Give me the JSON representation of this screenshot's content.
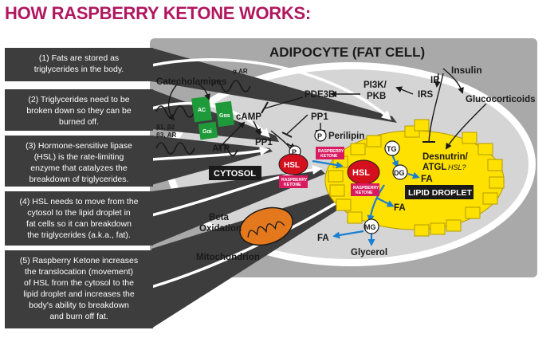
{
  "title": "HOW RASPBERRY KETONE WORKS:",
  "cell": {
    "title": "ADIPOCYTE (FAT CELL)",
    "cytosol": "CYTOSOL",
    "lipid_droplet": "LIPID DROPLET",
    "mitochondrion": "Mitochondrion",
    "beta_oxidation_1": "Beta",
    "beta_oxidation_2": "Oxidation"
  },
  "steps": [
    {
      "lines": [
        "(1) Fats are stored as",
        "triglycerides in the body."
      ]
    },
    {
      "lines": [
        "(2) Triglycerides need to be",
        "broken down so they can be",
        "burned off."
      ]
    },
    {
      "lines": [
        "(3) Hormone-sensitive lipase",
        "(HSL) is the rate-limiting",
        "enzyme that catalyzes the",
        "breakdown of triglycerides."
      ]
    },
    {
      "lines": [
        "(4) HSL needs to move from the",
        "cytosol to the lipid droplet in",
        "fat cells so it can breakdown",
        "the triglycerides (a.k.a., fat)."
      ]
    },
    {
      "lines": [
        "(5) Raspberry Ketone increases",
        "the translocation (movement)",
        "of HSL from the cytosol to the",
        "lipid droplet and increases the",
        "body's ability to breakdown",
        "and burn off fat."
      ]
    }
  ],
  "labels": {
    "catecholamines": "Catecholamines",
    "alpha_ar": "α AR",
    "beta_ar_1": "β1, β2",
    "beta_ar_2": "β3, AR",
    "ac": "AC",
    "gi": "Gαi",
    "gs": "Gαs",
    "camp": "cAMP",
    "atp": "ATP",
    "pde3b": "PDE3B",
    "pi3k_1": "PI3K/",
    "pi3k_2": "PKB",
    "irs": "IRS",
    "ir": "IR",
    "insulin": "Insulin",
    "glucocorticoids": "Glucocorticoids",
    "pp1_a": "PP1",
    "pp1_b": "PP1",
    "perilipin": "Perilipin",
    "p": "P",
    "hsl": "HSL",
    "raspberry_1": "RASPBERRY",
    "raspberry_2": "KETONE",
    "desnutrin_1": "Desnutrin/",
    "desnutrin_2": "ATGL",
    "hsl_q": "HSL?",
    "tg": "TG",
    "dg": "DG",
    "mg": "MG",
    "fa": "FA",
    "glycerol": "Glycerol"
  },
  "colors": {
    "title": "#b0175f",
    "panel": "#a9a9a9",
    "box": "#3d3d3d",
    "droplet": "#ffe100",
    "hsl": "#d4101e",
    "ketone": "#d81b60",
    "green": "#1f9a3a",
    "arrow_blue": "#1a7fd0",
    "mito": "#e3781c"
  }
}
